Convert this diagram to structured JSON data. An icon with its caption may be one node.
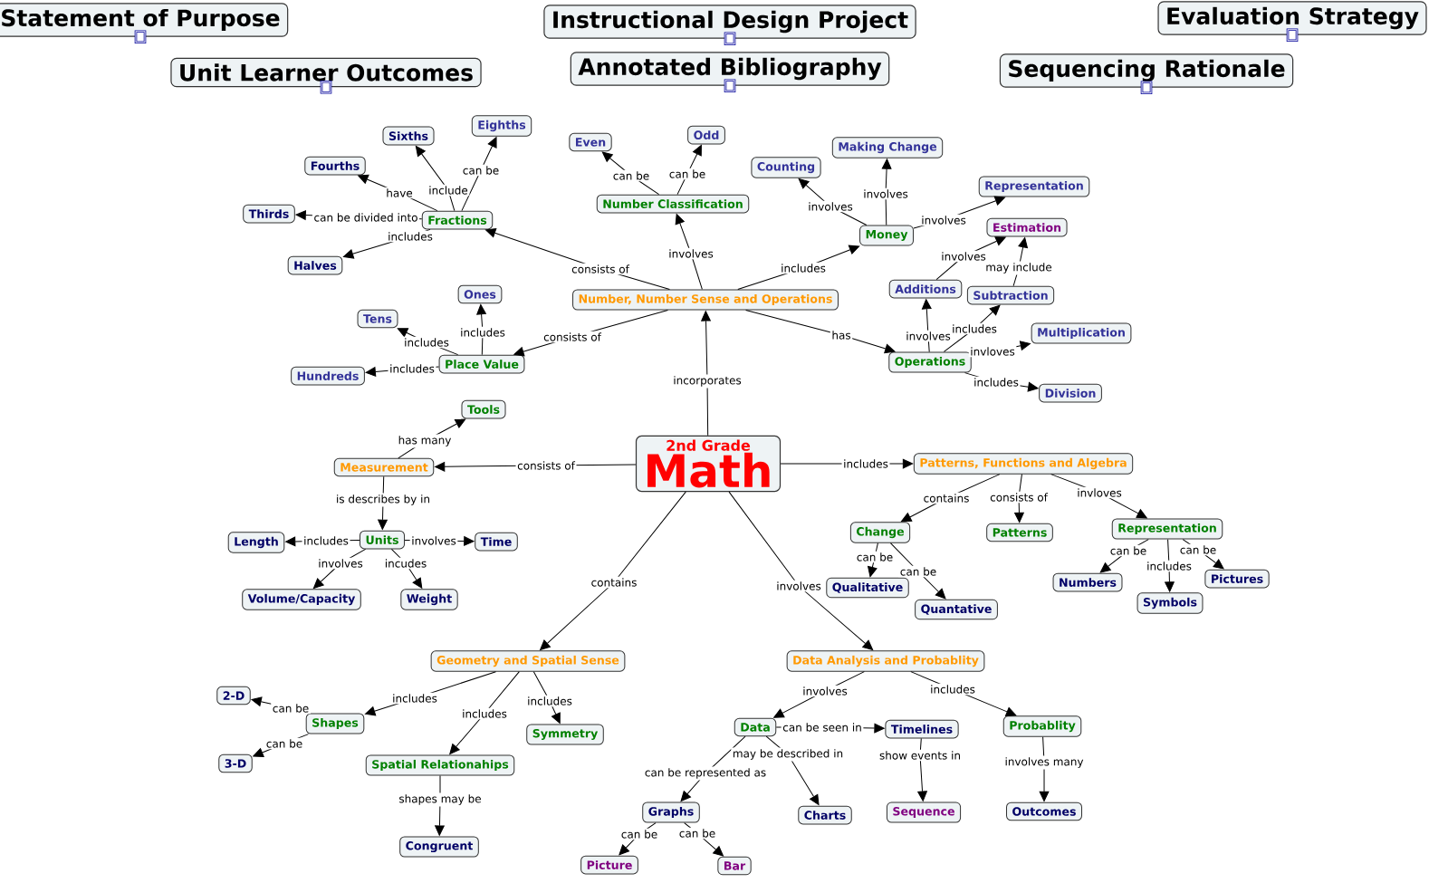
{
  "diagram": {
    "nodes": [
      {
        "text": [
          "Statement of Purpose"
        ]
      },
      {
        "text": [
          "Unit Learner Outcomes"
        ]
      },
      {
        "text": [
          "Instructional Design Project"
        ]
      },
      {
        "text": [
          "Annotated Bibliography"
        ]
      },
      {
        "text": [
          "Evaluation Strategy"
        ]
      },
      {
        "text": [
          "Sequencing Rationale"
        ]
      },
      {
        "text": [
          "2nd Grade",
          "Math"
        ]
      },
      {
        "text": [
          "Number, Number Sense and Operations"
        ]
      },
      {
        "text": [
          "Fractions"
        ]
      },
      {
        "text": [
          "Sixths"
        ]
      },
      {
        "text": [
          "Eighths"
        ]
      },
      {
        "text": [
          "Fourths"
        ]
      },
      {
        "text": [
          "Thirds"
        ]
      },
      {
        "text": [
          "Halves"
        ]
      },
      {
        "text": [
          "Number Classification"
        ]
      },
      {
        "text": [
          "Even"
        ]
      },
      {
        "text": [
          "Odd"
        ]
      },
      {
        "text": [
          "Money"
        ]
      },
      {
        "text": [
          "Counting"
        ]
      },
      {
        "text": [
          "Making Change"
        ]
      },
      {
        "text": [
          "Representation"
        ]
      },
      {
        "text": [
          "Estimation"
        ]
      },
      {
        "text": [
          "Place Value"
        ]
      },
      {
        "text": [
          "Ones"
        ]
      },
      {
        "text": [
          "Tens"
        ]
      },
      {
        "text": [
          "Hundreds"
        ]
      },
      {
        "text": [
          "Operations"
        ]
      },
      {
        "text": [
          "Additions"
        ]
      },
      {
        "text": [
          "Subtraction"
        ]
      },
      {
        "text": [
          "Multiplication"
        ]
      },
      {
        "text": [
          "Division"
        ]
      },
      {
        "text": [
          "Measurement"
        ]
      },
      {
        "text": [
          "Tools"
        ]
      },
      {
        "text": [
          "Units"
        ]
      },
      {
        "text": [
          "Length"
        ]
      },
      {
        "text": [
          "Time"
        ]
      },
      {
        "text": [
          "Volume/Capacity"
        ]
      },
      {
        "text": [
          "Weight"
        ]
      },
      {
        "text": [
          "Patterns, Functions and Algebra"
        ]
      },
      {
        "text": [
          "Change"
        ]
      },
      {
        "text": [
          "Patterns"
        ]
      },
      {
        "text": [
          "Representation"
        ]
      },
      {
        "text": [
          "Qualitative"
        ]
      },
      {
        "text": [
          "Quantative"
        ]
      },
      {
        "text": [
          "Numbers"
        ]
      },
      {
        "text": [
          "Symbols"
        ]
      },
      {
        "text": [
          "Pictures"
        ]
      },
      {
        "text": [
          "Geometry and Spatial Sense"
        ]
      },
      {
        "text": [
          "Shapes"
        ]
      },
      {
        "text": [
          "2-D"
        ]
      },
      {
        "text": [
          "3-D"
        ]
      },
      {
        "text": [
          "Spatial Relationahips"
        ]
      },
      {
        "text": [
          "Congruent"
        ]
      },
      {
        "text": [
          "Symmetry"
        ]
      },
      {
        "text": [
          "Data Analysis and Probablity"
        ]
      },
      {
        "text": [
          "Data"
        ]
      },
      {
        "text": [
          "Timelines"
        ]
      },
      {
        "text": [
          "Sequence"
        ]
      },
      {
        "text": [
          "Graphs"
        ]
      },
      {
        "text": [
          "Charts"
        ]
      },
      {
        "text": [
          "Picture"
        ]
      },
      {
        "text": [
          "Bar"
        ]
      },
      {
        "text": [
          "Probablity"
        ]
      },
      {
        "text": [
          "Outcomes"
        ]
      }
    ],
    "edges": [
      {
        "from": 8,
        "to": 9,
        "arrow": "to",
        "label": "include"
      },
      {
        "from": 8,
        "to": 10,
        "arrow": "to",
        "label": "can be"
      },
      {
        "from": 8,
        "to": 11,
        "arrow": "to",
        "label": "have"
      },
      {
        "from": 8,
        "to": 12,
        "arrow": "to",
        "label": "can be divided into"
      },
      {
        "from": 8,
        "to": 13,
        "arrow": "to",
        "label": "includes"
      },
      {
        "from": 7,
        "to": 8,
        "arrow": "to",
        "label": "consists of"
      },
      {
        "from": 7,
        "to": 14,
        "arrow": "to",
        "label": "involves"
      },
      {
        "from": 14,
        "to": 15,
        "arrow": "to",
        "label": "can be"
      },
      {
        "from": 14,
        "to": 16,
        "arrow": "to",
        "label": "can be"
      },
      {
        "from": 7,
        "to": 17,
        "arrow": "to",
        "label": "includes"
      },
      {
        "from": 17,
        "to": 18,
        "arrow": "to",
        "label": "involves"
      },
      {
        "from": 17,
        "to": 19,
        "arrow": "to",
        "label": "involves"
      },
      {
        "from": 17,
        "to": 20,
        "arrow": "to",
        "label": "involves"
      },
      {
        "from": 7,
        "to": 22,
        "arrow": "to",
        "label": "consists of"
      },
      {
        "from": 22,
        "to": 23,
        "arrow": "to",
        "label": "includes"
      },
      {
        "from": 22,
        "to": 24,
        "arrow": "to",
        "label": "includes"
      },
      {
        "from": 22,
        "to": 25,
        "arrow": "to",
        "label": "includes"
      },
      {
        "from": 7,
        "to": 26,
        "arrow": "to",
        "label": "has"
      },
      {
        "from": 26,
        "to": 27,
        "arrow": "to",
        "label": "involves"
      },
      {
        "from": 27,
        "to": 21,
        "arrow": "to",
        "label": "involves"
      },
      {
        "from": 28,
        "to": 21,
        "arrow": "to",
        "label": "may include"
      },
      {
        "from": 26,
        "to": 28,
        "arrow": "to",
        "label": "includes"
      },
      {
        "from": 26,
        "to": 29,
        "arrow": "to",
        "label": "invloves"
      },
      {
        "from": 26,
        "to": 30,
        "arrow": "to",
        "label": "includes"
      },
      {
        "from": 6,
        "to": 7,
        "arrow": "to",
        "label": "incorporates"
      },
      {
        "from": 6,
        "to": 31,
        "arrow": "to",
        "label": "consists of"
      },
      {
        "from": 31,
        "to": 32,
        "arrow": "to",
        "label": "has many"
      },
      {
        "from": 31,
        "to": 33,
        "arrow": "to",
        "label": "is describes by in"
      },
      {
        "from": 33,
        "to": 34,
        "arrow": "to",
        "label": "includes"
      },
      {
        "from": 33,
        "to": 35,
        "arrow": "to",
        "label": "involves"
      },
      {
        "from": 33,
        "to": 36,
        "arrow": "to",
        "label": "involves"
      },
      {
        "from": 33,
        "to": 37,
        "arrow": "to",
        "label": "incudes"
      },
      {
        "from": 6,
        "to": 38,
        "arrow": "to",
        "label": "includes"
      },
      {
        "from": 38,
        "to": 39,
        "arrow": "to",
        "label": "contains"
      },
      {
        "from": 38,
        "to": 40,
        "arrow": "to",
        "label": "consists of"
      },
      {
        "from": 38,
        "to": 41,
        "arrow": "to",
        "label": "invloves"
      },
      {
        "from": 39,
        "to": 42,
        "arrow": "to",
        "label": "can be"
      },
      {
        "from": 39,
        "to": 43,
        "arrow": "to",
        "label": "can be"
      },
      {
        "from": 41,
        "to": 44,
        "arrow": "to",
        "label": "can be"
      },
      {
        "from": 41,
        "to": 45,
        "arrow": "to",
        "label": "includes"
      },
      {
        "from": 41,
        "to": 46,
        "arrow": "to",
        "label": "can be"
      },
      {
        "from": 6,
        "to": 47,
        "arrow": "to",
        "label": "contains"
      },
      {
        "from": 47,
        "to": 48,
        "arrow": "to",
        "label": "includes"
      },
      {
        "from": 48,
        "to": 49,
        "arrow": "to",
        "label": "can be"
      },
      {
        "from": 48,
        "to": 50,
        "arrow": "to",
        "label": "can be"
      },
      {
        "from": 47,
        "to": 51,
        "arrow": "to",
        "label": "includes"
      },
      {
        "from": 51,
        "to": 52,
        "arrow": "to",
        "label": "shapes may be"
      },
      {
        "from": 47,
        "to": 53,
        "arrow": "to",
        "label": "includes"
      },
      {
        "from": 6,
        "to": 54,
        "arrow": "to",
        "label": "involves"
      },
      {
        "from": 54,
        "to": 55,
        "arrow": "to",
        "label": "involves"
      },
      {
        "from": 55,
        "to": 56,
        "arrow": "to",
        "label": "can be seen in"
      },
      {
        "from": 56,
        "to": 57,
        "arrow": "to",
        "label": "show events in"
      },
      {
        "from": 55,
        "to": 58,
        "arrow": "to",
        "label": "can be represented as"
      },
      {
        "from": 55,
        "to": 59,
        "arrow": "to",
        "label": "may be described in"
      },
      {
        "from": 58,
        "to": 60,
        "arrow": "to",
        "label": "can be"
      },
      {
        "from": 58,
        "to": 61,
        "arrow": "to",
        "label": "can be"
      },
      {
        "from": 54,
        "to": 62,
        "arrow": "to",
        "label": "includes"
      },
      {
        "from": 62,
        "to": 63,
        "arrow": "to",
        "label": "involves many"
      }
    ]
  }
}
